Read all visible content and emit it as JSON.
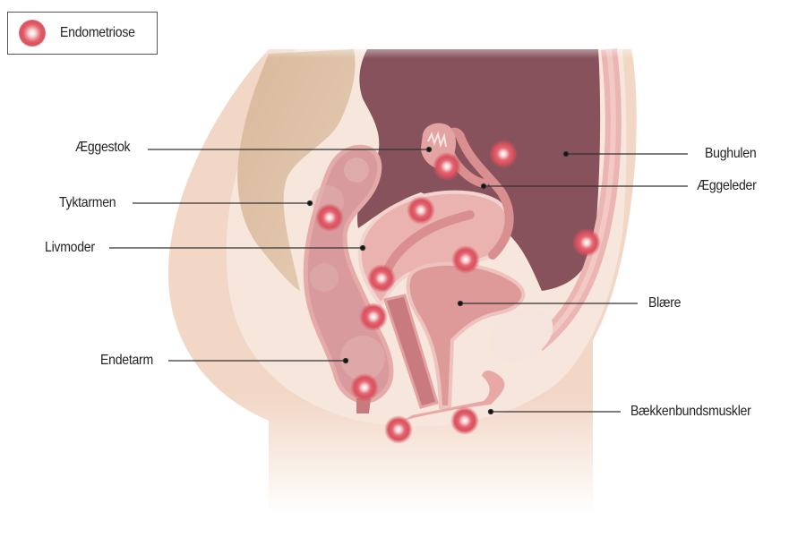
{
  "legend": {
    "label": "Endometriose",
    "marker_color": "#d9505d"
  },
  "labels": {
    "left": [
      {
        "id": "aeggestok",
        "text": "Æggestok"
      },
      {
        "id": "tyktarmen",
        "text": "Tyktarmen"
      },
      {
        "id": "livmoder",
        "text": "Livmoder"
      },
      {
        "id": "endetarm",
        "text": "Endetarm"
      }
    ],
    "right": [
      {
        "id": "bughulen",
        "text": "Bughulen"
      },
      {
        "id": "aeggeleder",
        "text": "Æggeleder"
      },
      {
        "id": "blaere",
        "text": "Blære"
      },
      {
        "id": "baekkenbundsmuskler",
        "text": "Bækkenbundsmuskler"
      }
    ]
  },
  "colors": {
    "skin": "#f2d7c7",
    "skin_light": "#f7e6dc",
    "abdominal_cavity": "#87525c",
    "bone": "#d9bba0",
    "organ": "#e2a3a2",
    "organ_dark": "#c97a7e",
    "lesion": "#d9505d"
  },
  "endometriosis_sites": 12
}
